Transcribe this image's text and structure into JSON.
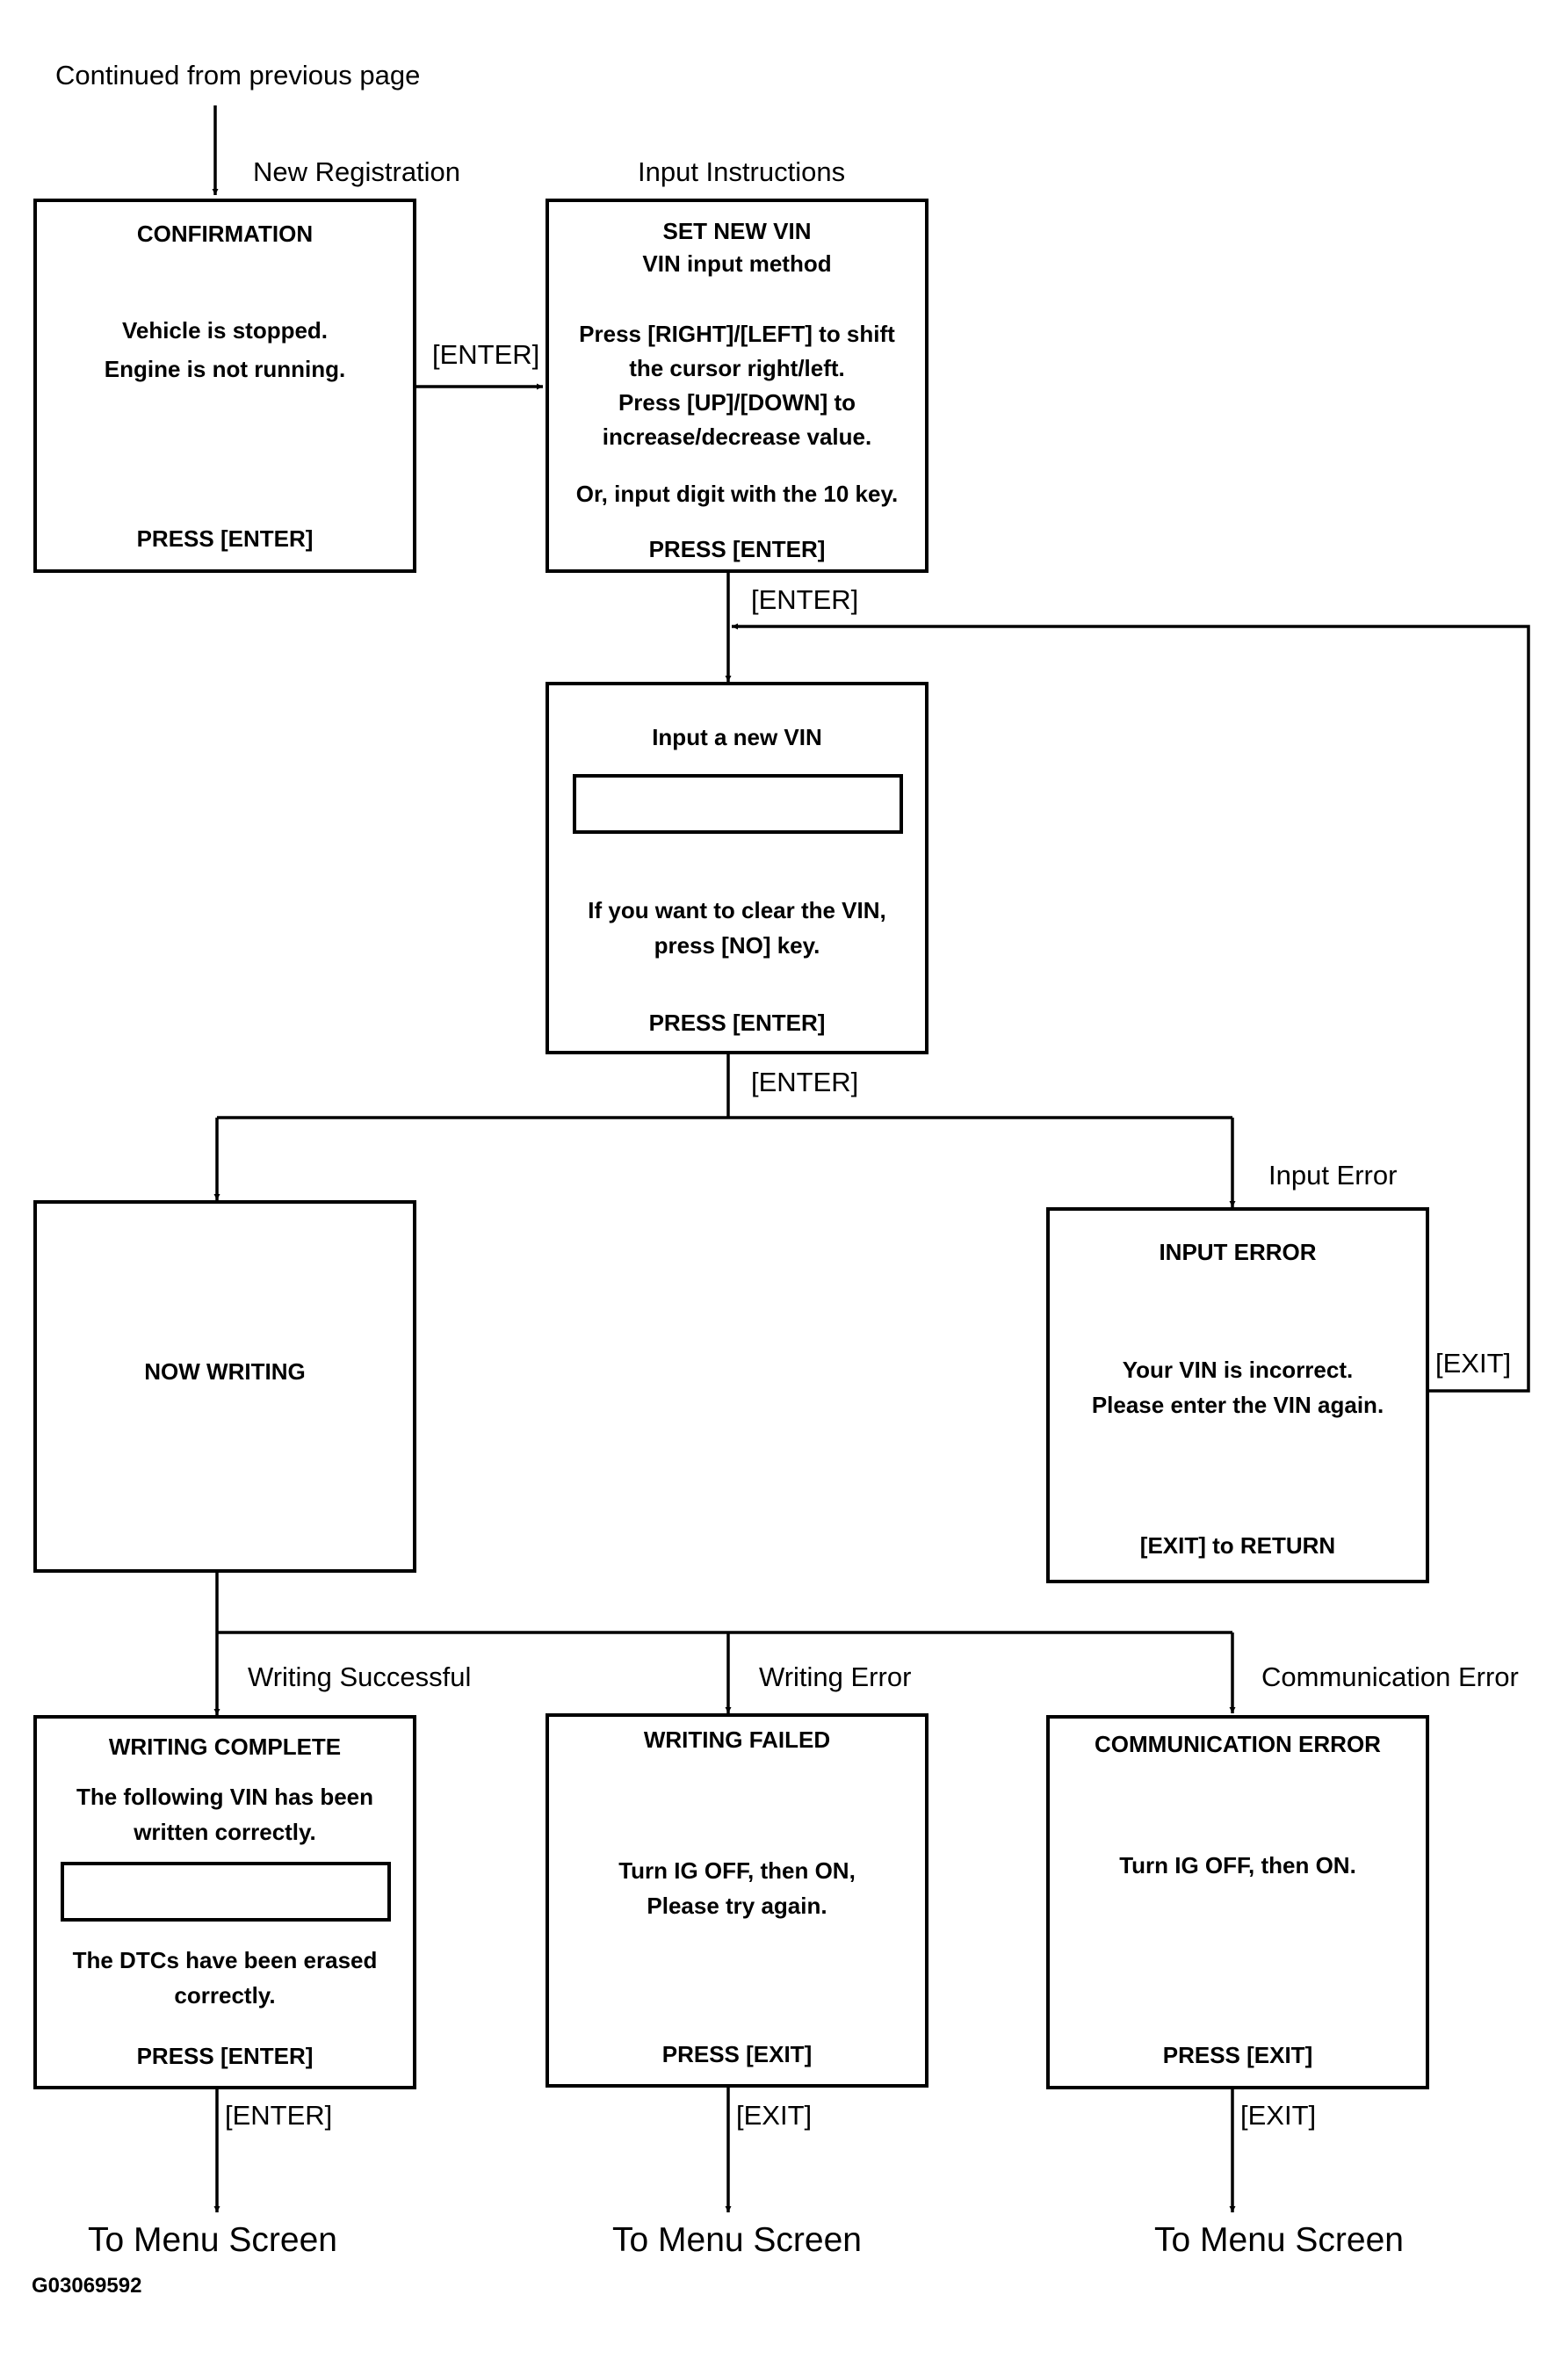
{
  "flow_labels": {
    "continued": "Continued from previous page",
    "new_registration": "New Registration",
    "input_instructions": "Input Instructions",
    "enter_1": "[ENTER]",
    "enter_2": "[ENTER]",
    "enter_3": "[ENTER]",
    "input_error": "Input Error",
    "exit_loop": "[EXIT]",
    "writing_successful": "Writing Successful",
    "writing_error": "Writing Error",
    "communication_error": "Communication Error",
    "enter_4": "[ENTER]",
    "exit_1": "[EXIT]",
    "exit_2": "[EXIT]"
  },
  "destinations": {
    "left": "To Menu Screen",
    "center": "To Menu Screen",
    "right": "To Menu Screen"
  },
  "figure_id": "G03069592",
  "screens": {
    "confirmation": {
      "title": "CONFIRMATION",
      "line1": "Vehicle is stopped.",
      "line2": "Engine is not running.",
      "footer": "PRESS [ENTER]"
    },
    "set_new_vin": {
      "title": "SET NEW VIN",
      "subtitle": "VIN input method",
      "line1": "Press [RIGHT]/[LEFT] to shift",
      "line2": "the cursor right/left.",
      "line3": "Press [UP]/[DOWN] to",
      "line4": "increase/decrease value.",
      "line5": "Or, input digit with the 10 key.",
      "footer": "PRESS [ENTER]"
    },
    "input_vin": {
      "title": "Input a new VIN",
      "line1": "If you want to clear the VIN,",
      "line2": "press [NO] key.",
      "footer": "PRESS [ENTER]"
    },
    "now_writing": {
      "title": "NOW WRITING"
    },
    "input_error": {
      "title": "INPUT ERROR",
      "line1": "Your VIN is incorrect.",
      "line2": "Please enter the VIN again.",
      "footer": "[EXIT] to RETURN"
    },
    "writing_complete": {
      "title": "WRITING COMPLETE",
      "line1": "The following VIN has been",
      "line2": "written correctly.",
      "line3": "The DTCs have been erased",
      "line4": "correctly.",
      "footer": "PRESS [ENTER]"
    },
    "writing_failed": {
      "title": "WRITING FAILED",
      "line1": "Turn IG OFF, then ON,",
      "line2": "Please try again.",
      "footer": "PRESS [EXIT]"
    },
    "communication_error": {
      "title": "COMMUNICATION ERROR",
      "line1": "Turn IG OFF, then ON.",
      "footer": "PRESS [EXIT]"
    }
  }
}
